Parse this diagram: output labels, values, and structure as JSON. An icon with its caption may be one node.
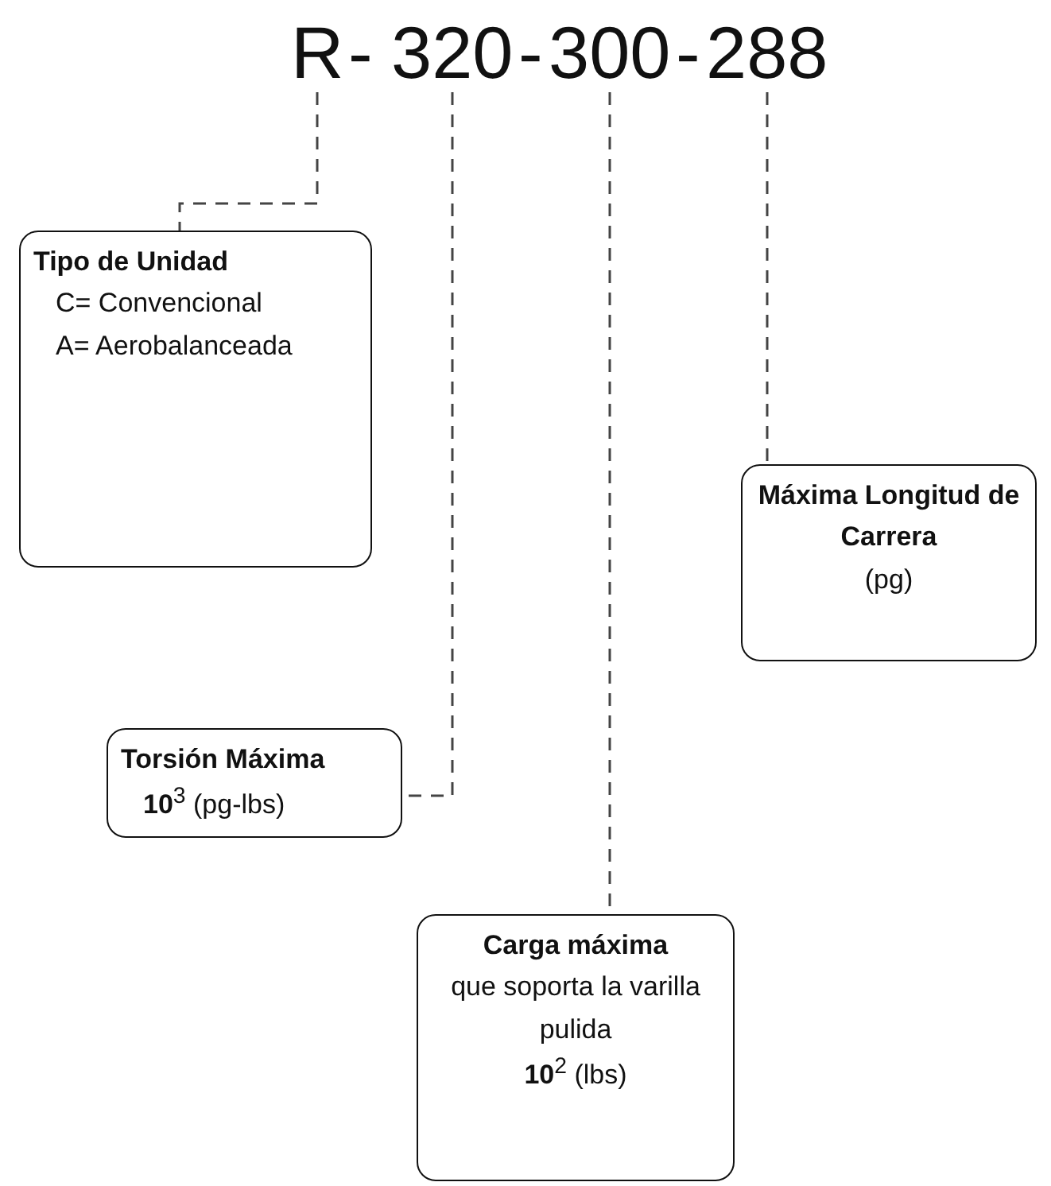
{
  "diagram": {
    "nodes": [
      {
        "text": [
          "R"
        ]
      },
      {
        "text": [
          "320"
        ]
      },
      {
        "text": [
          "300"
        ]
      },
      {
        "text": [
          "288"
        ]
      },
      {
        "text": [
          "Tipo de Unidad",
          "C= Convencional",
          "A= Aerobalanceada"
        ]
      },
      {
        "text": [
          "Máxima Longitud de Carrera",
          "(pg)"
        ]
      },
      {
        "text": [
          "Torsión Máxima",
          "**10**$^{3}$ (pg-lbs)"
        ]
      },
      {
        "text": [
          "Carga máxima",
          "que soporta la varilla pulida",
          "**10**$^{2}$ (lbs)"
        ]
      }
    ],
    "edges": [
      {
        "from": 0,
        "to": 4,
        "arrow": "none",
        "style": "dashed"
      },
      {
        "from": 1,
        "to": 6,
        "arrow": "none",
        "style": "dashed"
      },
      {
        "from": 2,
        "to": 7,
        "arrow": "none",
        "style": "dashed"
      },
      {
        "from": 3,
        "to": 5,
        "arrow": "none",
        "style": "dashed"
      }
    ],
    "labels": [
      "-",
      "-",
      "-"
    ]
  }
}
